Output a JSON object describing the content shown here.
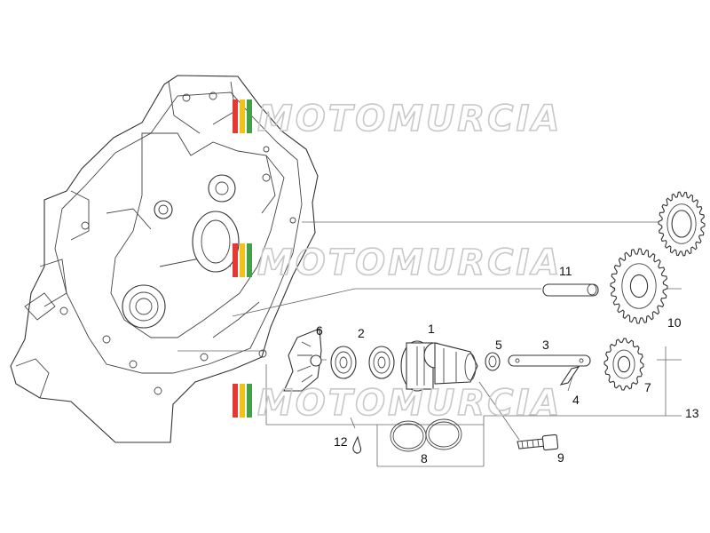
{
  "watermark": {
    "text": "MOTOMURCIA",
    "colors": {
      "stroke": "#c8c8c8",
      "stripe_red": "#e53935",
      "stripe_yellow": "#f2c21a",
      "stripe_green": "#43a047"
    }
  },
  "callouts": {
    "p1": "1",
    "p2": "2",
    "p3": "3",
    "p4": "4",
    "p5": "5",
    "p6": "6",
    "p7": "7",
    "p8": "8",
    "p9": "9",
    "p10": "10",
    "p11": "11",
    "p12": "12",
    "p13": "13"
  },
  "colors": {
    "line": "#333333",
    "leader": "#666666",
    "background": "#ffffff"
  }
}
